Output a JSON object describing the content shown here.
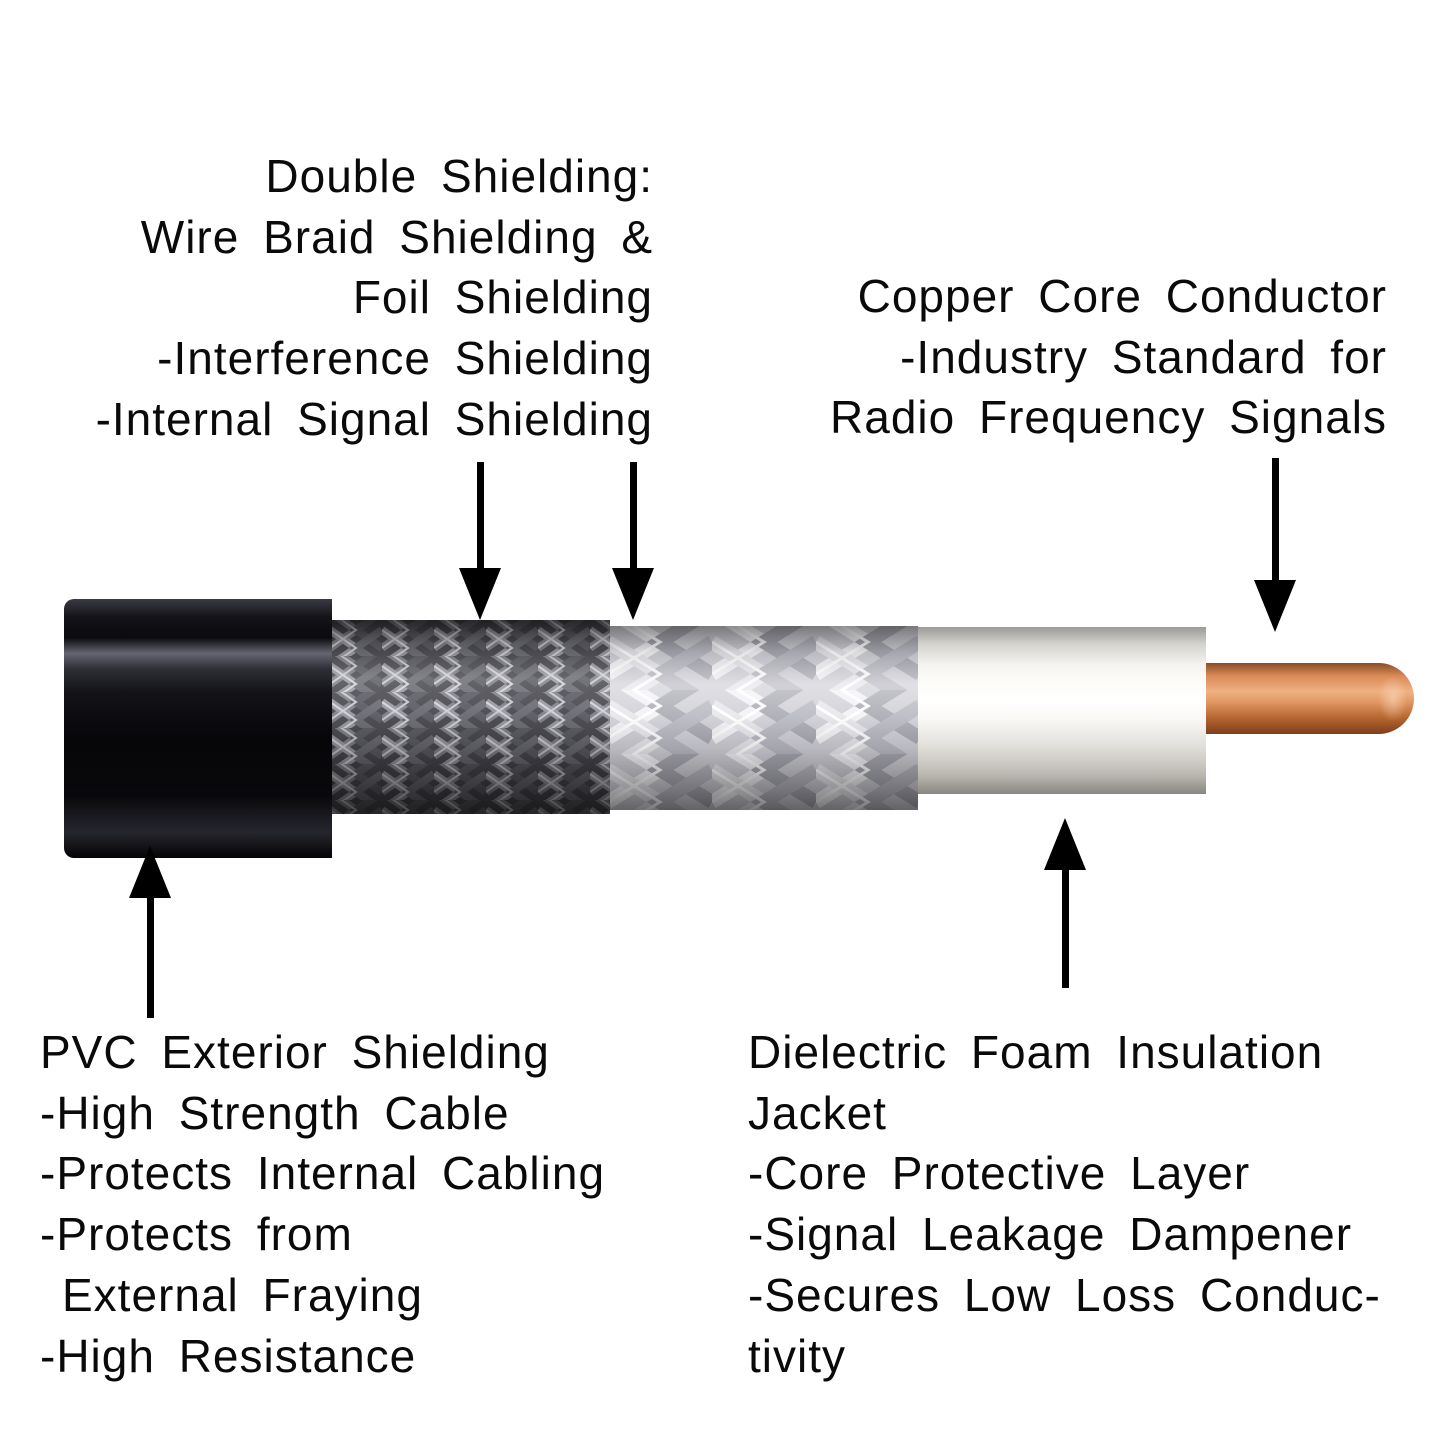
{
  "diagram": {
    "subject": "Coaxial cable cutaway with layer annotations"
  },
  "labels": {
    "double_shielding": {
      "lines": [
        "Double Shielding:",
        "Wire Braid Shielding &",
        "Foil Shielding",
        "-Interference Shielding",
        "-Internal Signal Shielding"
      ]
    },
    "copper_core": {
      "lines": [
        "Copper Core Conductor",
        "-Industry Standard for",
        "Radio Frequency Signals"
      ]
    },
    "pvc_exterior": {
      "lines": [
        "PVC Exterior Shielding",
        "-High Strength Cable",
        "-Protects Internal Cabling",
        "-Protects from",
        "External Fraying",
        "-High Resistance"
      ]
    },
    "dielectric_foam": {
      "lines": [
        "Dielectric Foam Insulation",
        "Jacket",
        "-Core Protective Layer",
        "-Signal Leakage Dampener",
        "-Secures Low Loss Conduc-",
        "tivity"
      ]
    }
  },
  "colors": {
    "background": "#ffffff",
    "text": "#0a0a0a",
    "arrow": "#000000",
    "pvc_jacket": "#0a0a0e",
    "wire_braid": "#7a7a82",
    "foil_shield": "#dcdce2",
    "foam_insulation": "#f4f3f0",
    "copper_core": "#c87a49"
  }
}
